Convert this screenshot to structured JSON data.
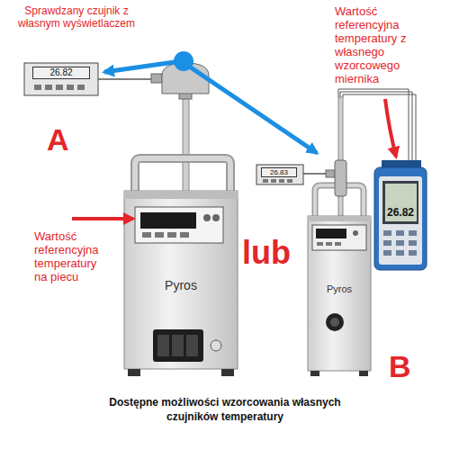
{
  "diagram": {
    "caption": "Dostępne możliwości wzorcowania własnych czujników temperatury",
    "nodes": [
      {
        "text": [
          "26.82"
        ]
      },
      {
        "text": [
          "Pyros"
        ]
      },
      {
        "text": [
          "26.83"
        ]
      },
      {
        "text": [
          "Pyros"
        ]
      },
      {
        "text": [
          "26.82"
        ]
      }
    ],
    "labels": [
      "Sprawdzany czujnik z własnym wyświetlaczem",
      "Wartość referencyjna temperatury z własnego wzorcowego miernika",
      "A",
      "Wartość referencyjna temperatury na piecu",
      "lub",
      "B"
    ]
  }
}
